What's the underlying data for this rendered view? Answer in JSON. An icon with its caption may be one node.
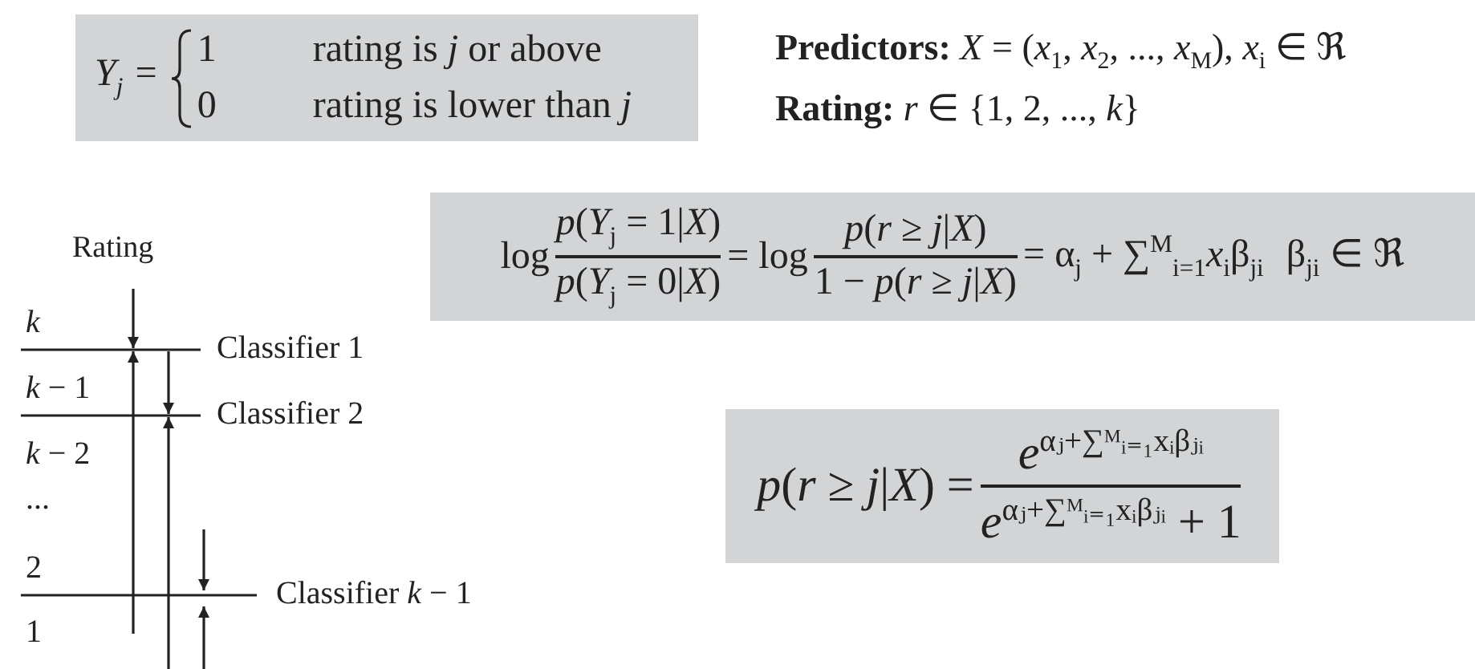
{
  "diagram": {
    "nodes": [
      {
        "text": [
          "*Y*$_{j}$ =",
          "1",
          "rating is *j* or above",
          "0",
          "rating is lower than *j*"
        ]
      },
      {
        "text": [
          "log",
          "*p*(*Y*$_{j}$ = 1|*X*)",
          "*p*(*Y*$_{j}$ = 0|*X*)",
          "= log",
          "*p*(*r* ≥ *j*|*X*)",
          "1 − *p*(*r* ≥ *j*|*X*)",
          "= α$_{j}$ + ∑$^{M}$$_{i=1}$*x*$_{i}$β$_{ji}$",
          "β$_{ji}$ ∈ ℜ"
        ]
      },
      {
        "text": [
          "*p*(*r* ≥ *j*|*X*) =",
          "*e*$^{αⱼ+∑ᴹᵢ₌₁xᵢβⱼᵢ}$",
          "*e*$^{αⱼ+∑ᴹᵢ₌₁xᵢβⱼᵢ}$ + 1"
        ]
      }
    ],
    "labels": [
      "**Predictors:** *X* = (*x*$_{1}$, *x*$_{2}$, ..., *x*$_{M}$), *x*$_{i}$ ∈ ℜ",
      "**Rating:** *r* ∈ {1, 2, ..., *k*}",
      "Rating",
      "*k*",
      "*k* − 1",
      "*k* − 2",
      "...",
      "2",
      "1",
      "Classifier 1",
      "Classifier 2",
      "Classifier *k* − 1"
    ]
  }
}
